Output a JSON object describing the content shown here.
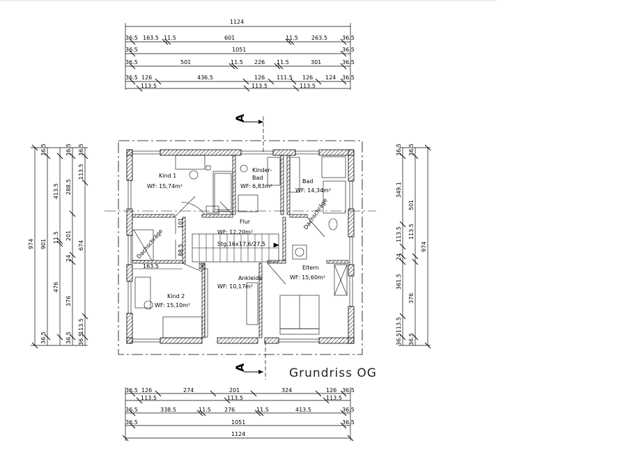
{
  "title": "Grundriss  OG",
  "section_marker": "A",
  "dims_top": {
    "row1": {
      "total": "1124"
    },
    "row2": [
      "36.5",
      "163.5",
      "11.5",
      "601",
      "11.5",
      "263.5",
      "36.5"
    ],
    "row3": [
      "36.5",
      "1051",
      "36.5"
    ],
    "row4": [
      "36.5",
      "501",
      "11.5",
      "226",
      "11.5",
      "301",
      "36.5"
    ],
    "row5_upper": [
      "36.5",
      "126",
      "436.5",
      "126",
      "111.5",
      "126",
      "124",
      "36.5"
    ],
    "row5_lower": [
      "113.5",
      "113.5",
      "113.5"
    ]
  },
  "dims_bottom": {
    "row1_upper": [
      "36.5",
      "126",
      "274",
      "201",
      "324",
      "126",
      "36.5"
    ],
    "row1_lower": [
      "113.5",
      "113.5",
      "113.5"
    ],
    "row2": [
      "36.5",
      "338.5",
      "11.5",
      "276",
      "11.5",
      "413.5",
      "36.5"
    ],
    "row3": [
      "36.5",
      "1051",
      "36.5"
    ],
    "row4": {
      "total": "1124"
    }
  },
  "dims_left": {
    "total": "974",
    "mid": "901",
    "col_a": [
      "36.5",
      "413.5",
      "11.5",
      "476",
      "36.5"
    ],
    "col_b": [
      "36.5",
      "288.5",
      "201",
      "24",
      "376",
      "36.5"
    ],
    "col_c": [
      "674"
    ],
    "col_d": [
      "36.5",
      "113.5",
      "113.5",
      "36.5"
    ]
  },
  "dims_right": {
    "total": "974",
    "col_a": [
      "36.5",
      "349.1",
      "113.5",
      "24",
      "361.5",
      "113.5",
      "36.5"
    ],
    "col_b": [
      "501",
      "376"
    ],
    "col_c": [
      "36.5",
      "113.5",
      "36.5"
    ]
  },
  "inner_dims": {
    "d1": "101",
    "d2": "88.5",
    "d3": "163.5"
  },
  "rooms": [
    {
      "name": "Kind 1",
      "area": "WF: 15,74m²"
    },
    {
      "name": "Kinder-",
      "name2": "Bad",
      "area": "WF: 6,83m²"
    },
    {
      "name": "Bad",
      "area": "WF: 14,34m²"
    },
    {
      "name": "Flur",
      "area": "WF: 12,20m²",
      "extra": "Stg.16x17,6/27,5"
    },
    {
      "name": "Ankleide",
      "area": "WF: 10,17m²"
    },
    {
      "name": "Eltern",
      "area": "WF: 15,60m²"
    },
    {
      "name": "Kind 2",
      "area": "WF: 15,10m²"
    }
  ],
  "roof_notes": [
    "Dachschräge",
    "Dachschräge"
  ]
}
